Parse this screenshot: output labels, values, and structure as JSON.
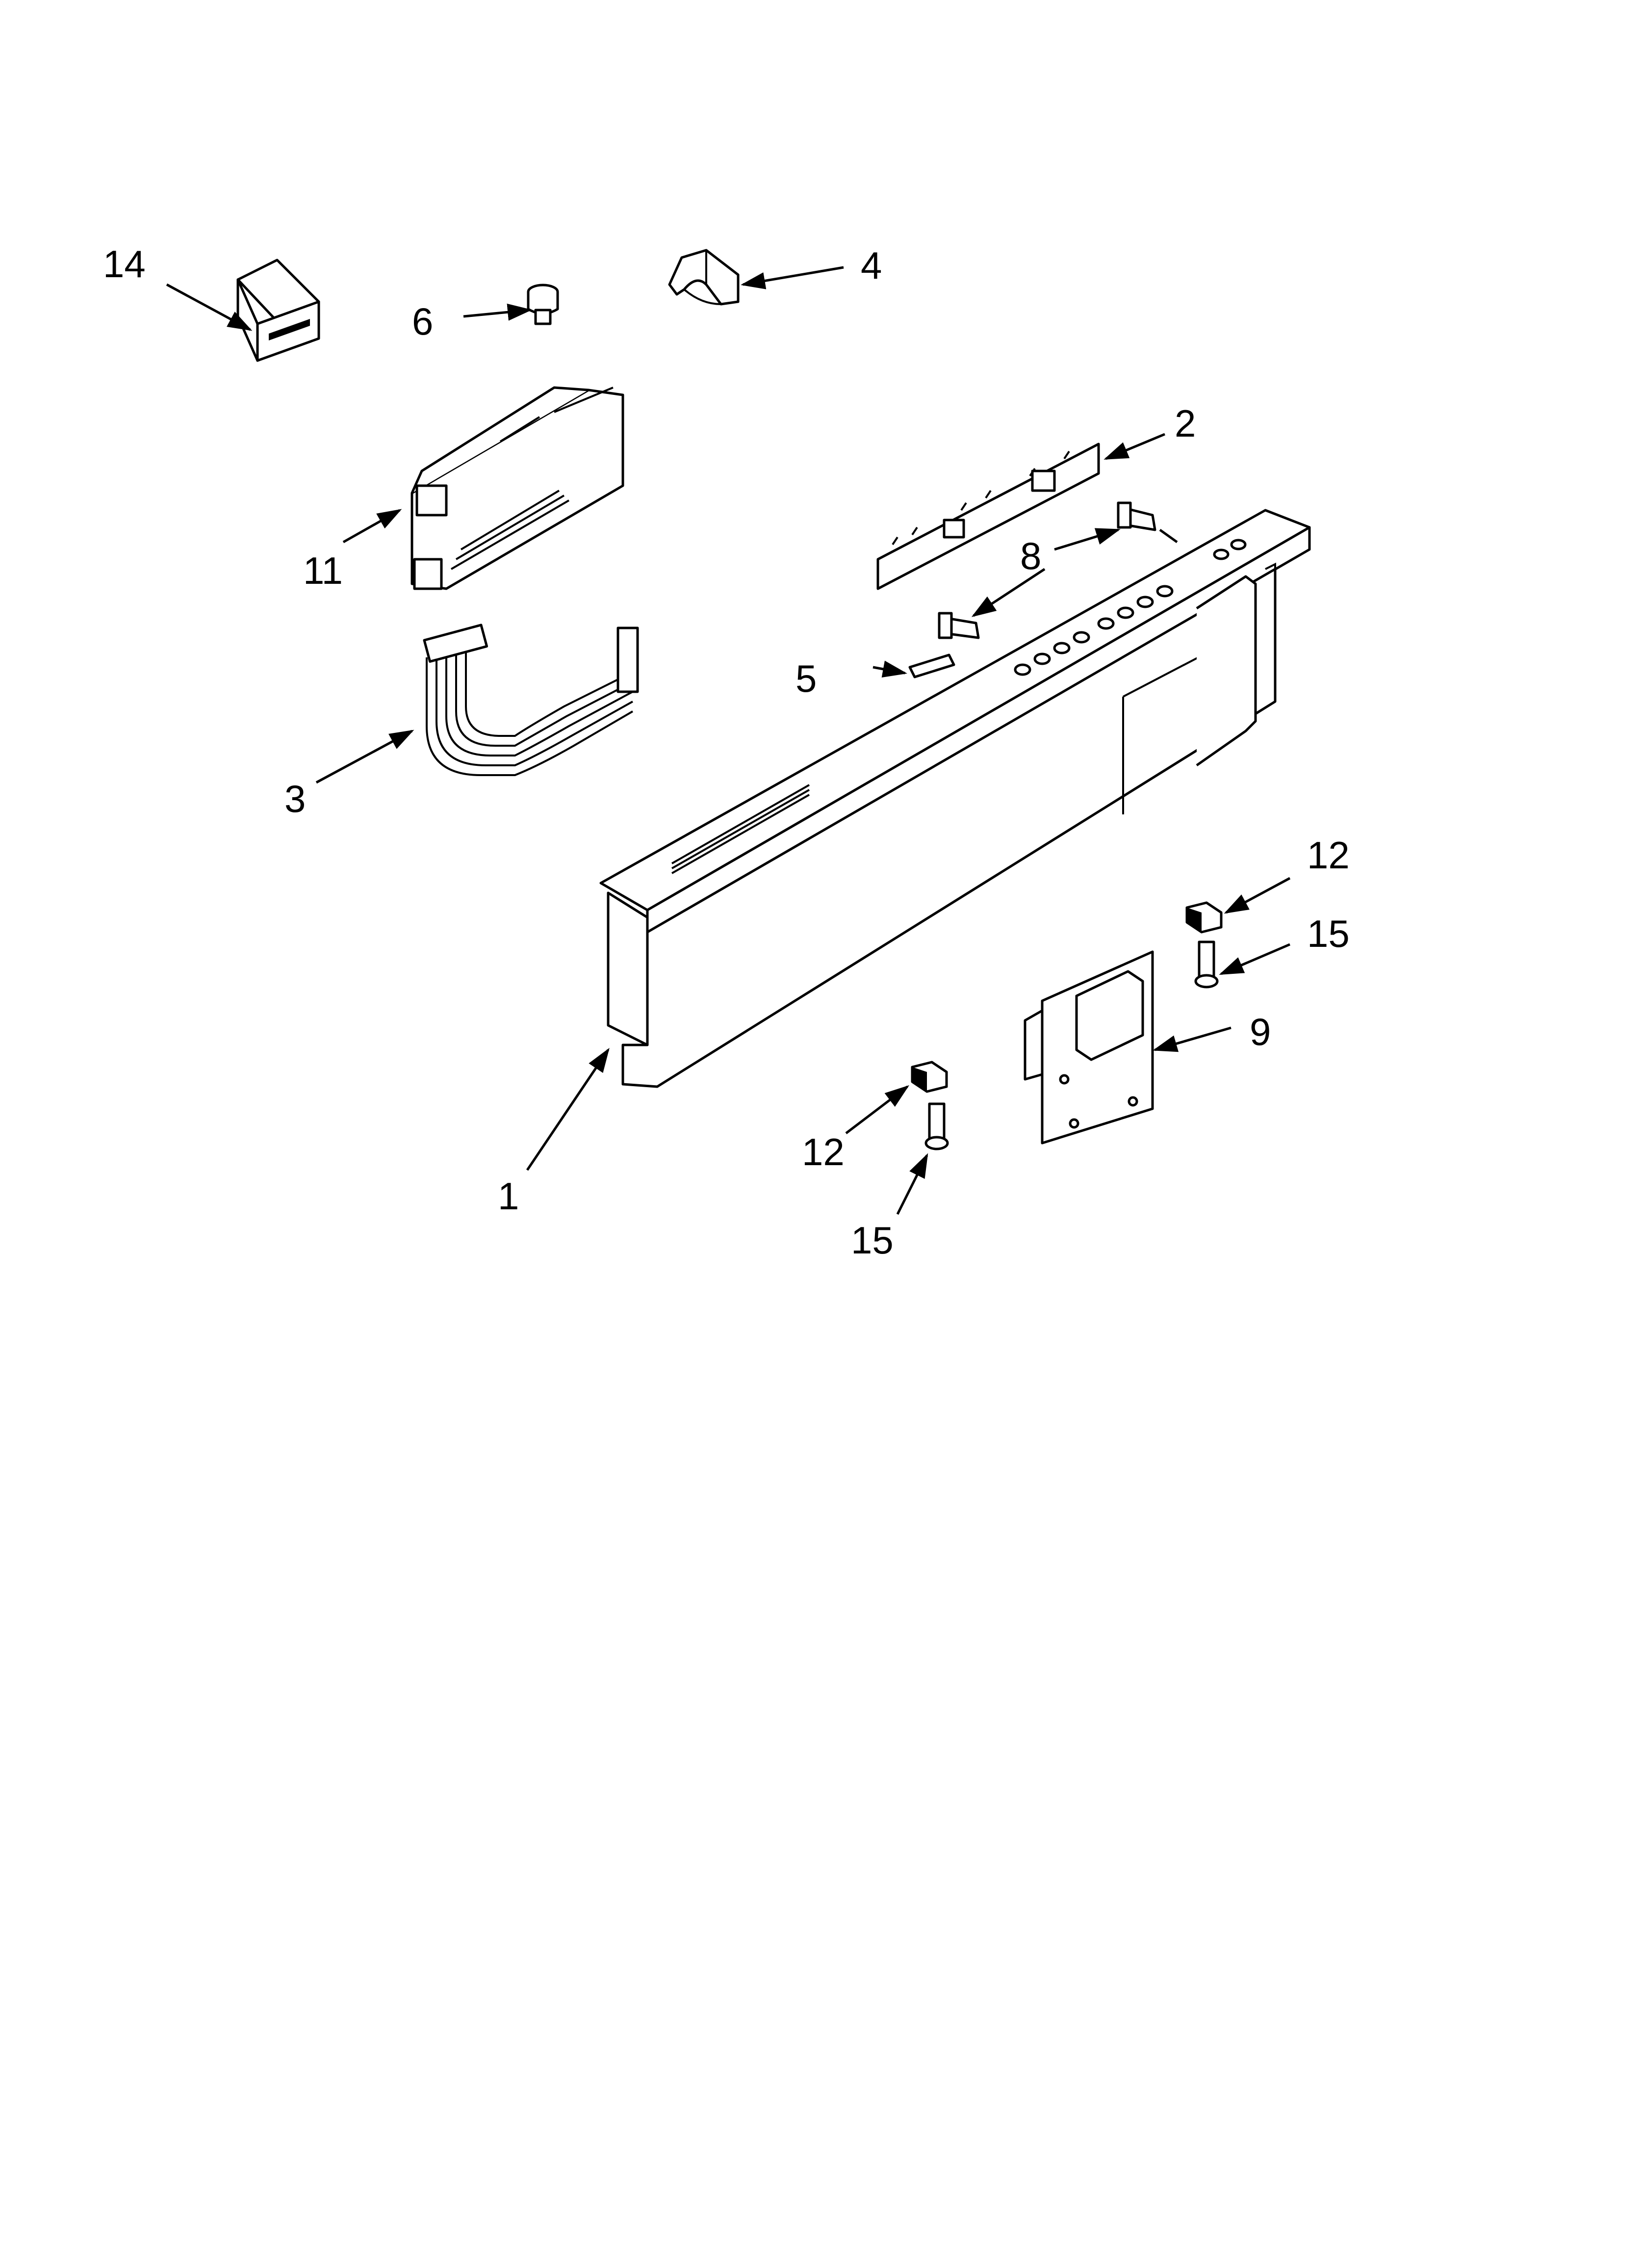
{
  "diagram": {
    "callouts": [
      {
        "id": "c14",
        "label": "14"
      },
      {
        "id": "c6",
        "label": "6"
      },
      {
        "id": "c4",
        "label": "4"
      },
      {
        "id": "c2",
        "label": "2"
      },
      {
        "id": "c11",
        "label": "11"
      },
      {
        "id": "c8",
        "label": "8"
      },
      {
        "id": "c5",
        "label": "5"
      },
      {
        "id": "c3",
        "label": "3"
      },
      {
        "id": "c12a",
        "label": "12"
      },
      {
        "id": "c15a",
        "label": "15"
      },
      {
        "id": "c9",
        "label": "9"
      },
      {
        "id": "c12b",
        "label": "12"
      },
      {
        "id": "c1",
        "label": "1"
      },
      {
        "id": "c15b",
        "label": "15"
      }
    ]
  }
}
